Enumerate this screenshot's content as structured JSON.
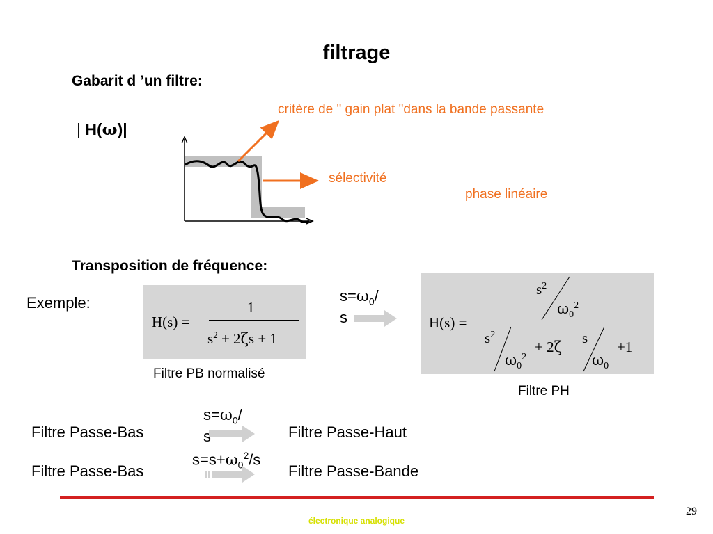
{
  "title": "filtrage",
  "gabarit": {
    "heading": "Gabarit d ’un filtre:",
    "magnitude_label": {
      "pipe_open": "| ",
      "H": "H(",
      "omega": "ω",
      "close": ")|"
    },
    "annotation_gain_plat": "critère de \" gain plat \"dans la bande passante",
    "annotation_selectivite": "sélectivité",
    "annotation_phase": "phase linéaire"
  },
  "transposition": {
    "heading": "Transposition de fréquence:",
    "exemple_label": "Exemple:",
    "pb_formula": {
      "lhs": "H(s) =",
      "numerator": "1",
      "den_s": "s",
      "den_exp": "2",
      "den_rest": "+ 2",
      "zeta": "ζ",
      "den_tail": "s + 1"
    },
    "pb_caption": "Filtre PB normalisé",
    "substitution": {
      "s_eq": "s=",
      "omega": "ω",
      "sub0": "0",
      "slash": "/",
      "s": "s"
    },
    "ph_formula": {
      "lhs": "H(s) =",
      "top_s": "s",
      "top_exp": "2",
      "omega": "ω",
      "sub0": "0",
      "exp2": "2",
      "den_s": "s",
      "den_exp": "2",
      "plus_two": "+ 2",
      "zeta": "ζ",
      "frac_s": "s",
      "plus_one": "+1"
    },
    "ph_caption": "Filtre PH"
  },
  "mappings": [
    {
      "from": "Filtre Passe-Bas",
      "rule_prefix": "s=",
      "omega": "ω",
      "sub0": "0",
      "rule_suffix": "/",
      "rule_line2": "s",
      "to": "Filtre Passe-Haut"
    },
    {
      "from": "Filtre Passe-Bas",
      "rule_prefix": "s=s+",
      "omega": "ω",
      "sub0": "0",
      "sup": "2",
      "rule_suffix": "/s",
      "to": "Filtre Passe-Bande"
    }
  ],
  "footer": "électronique analogique",
  "page_number": "29",
  "colors": {
    "accent_orange": "#f07020",
    "footer_line": "#d42020",
    "footer_text": "#d6e000",
    "formula_bg": "#d6d6d6",
    "gabarit_gray": "#c0c0c0"
  }
}
